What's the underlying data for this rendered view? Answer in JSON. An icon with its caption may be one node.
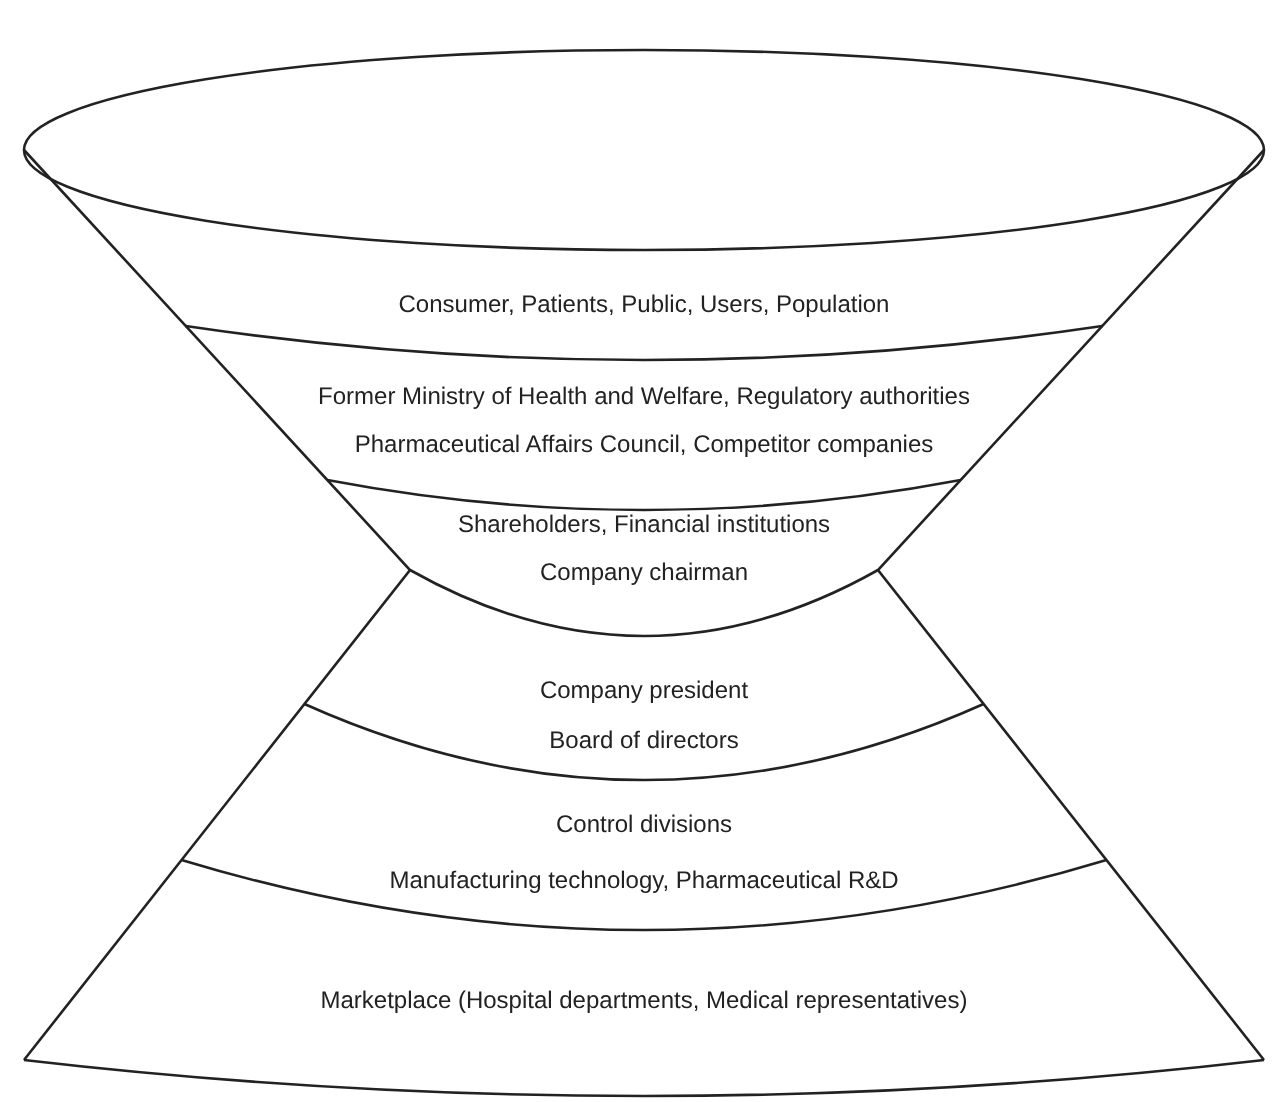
{
  "diagram": {
    "nodes": [
      {
        "text": [
          "Consumer, Patients, Public, Users, Population"
        ]
      },
      {
        "text": [
          "Former Ministry of Health and Welfare, Regulatory authorities",
          "Pharmaceutical Affairs Council, Competitor companies"
        ]
      },
      {
        "text": [
          "Shareholders, Financial institutions",
          "Company chairman"
        ]
      },
      {
        "text": [
          "Company president",
          "Board of directors"
        ]
      },
      {
        "text": [
          "Control divisions",
          "Manufacturing technology, Pharmaceutical R&D"
        ]
      },
      {
        "text": [
          "Marketplace (Hospital departments, Medical representatives)"
        ]
      }
    ]
  }
}
